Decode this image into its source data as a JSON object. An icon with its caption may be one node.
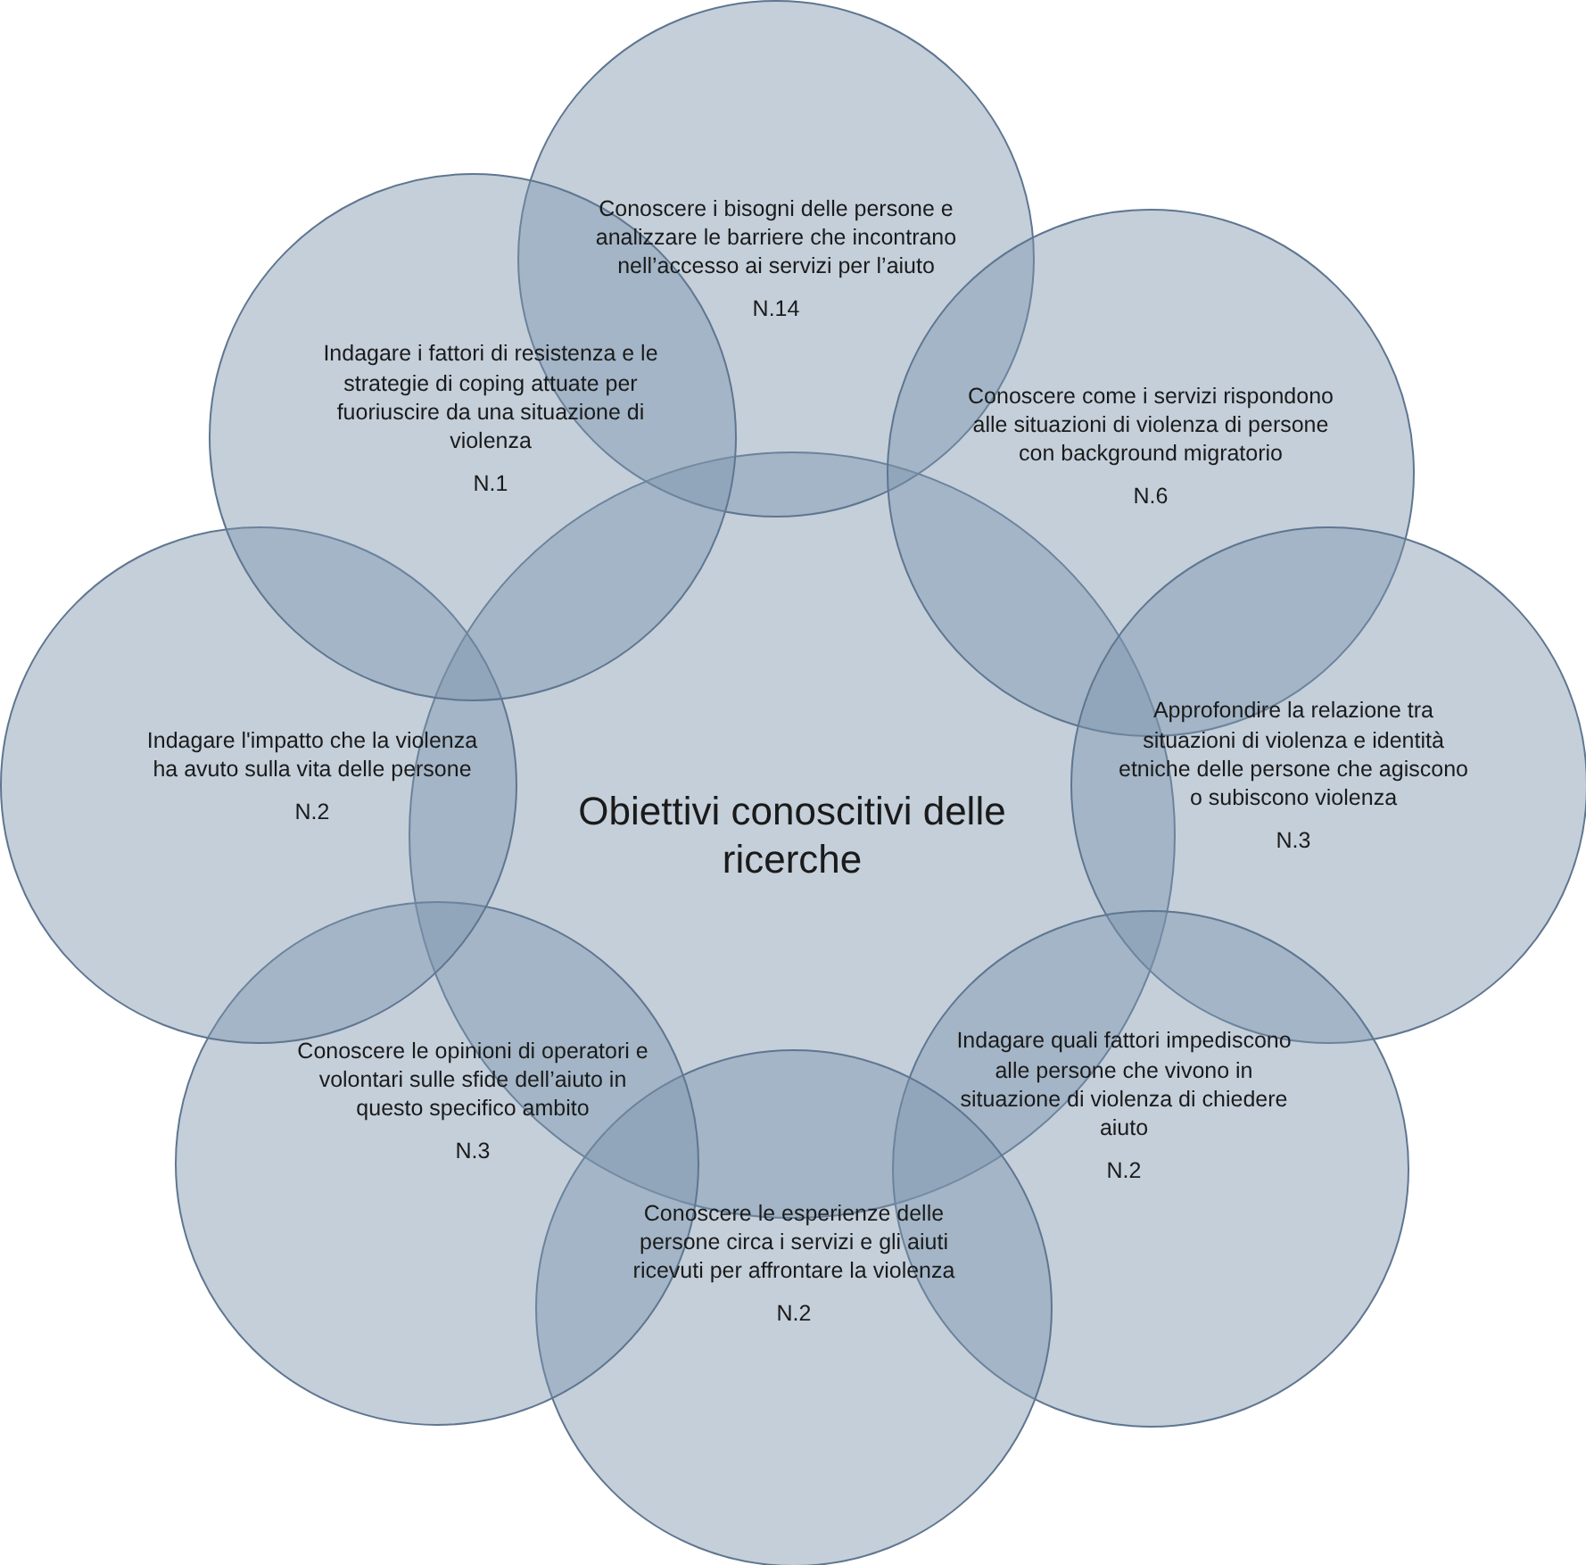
{
  "diagram": {
    "nodes": [
      {
        "text": [
          "Obiettivi conoscitivi delle ricerche"
        ]
      },
      {
        "text": [
          "Conoscere i bisogni delle persone e analizzare le barriere che incontrano nell’accesso ai servizi per l’aiuto",
          "N.14"
        ]
      },
      {
        "text": [
          "Conoscere come i servizi rispondono alle situazioni di violenza di persone con background migratorio",
          "N.6"
        ]
      },
      {
        "text": [
          "Approfondire la relazione tra situazioni di violenza e identità etniche delle persone che agiscono o subiscono violenza",
          "N.3"
        ]
      },
      {
        "text": [
          "Indagare quali fattori impediscono alle persone che vivono in situazione di violenza di chiedere aiuto",
          "N.2"
        ]
      },
      {
        "text": [
          "Conoscere le esperienze delle persone circa i servizi e gli aiuti ricevuti per affrontare la violenza",
          "N.2"
        ]
      },
      {
        "text": [
          "Conoscere le opinioni di operatori e volontari sulle sfide dell’aiuto in questo specifico ambito",
          "N.3"
        ]
      },
      {
        "text": [
          "Indagare l'impatto che la violenza ha avuto sulla vita delle persone",
          "N.2"
        ]
      },
      {
        "text": [
          "Indagare i fattori di resistenza e le strategie di coping attuate per fuoriuscire da una situazione di violenza",
          "N.1"
        ]
      }
    ]
  }
}
